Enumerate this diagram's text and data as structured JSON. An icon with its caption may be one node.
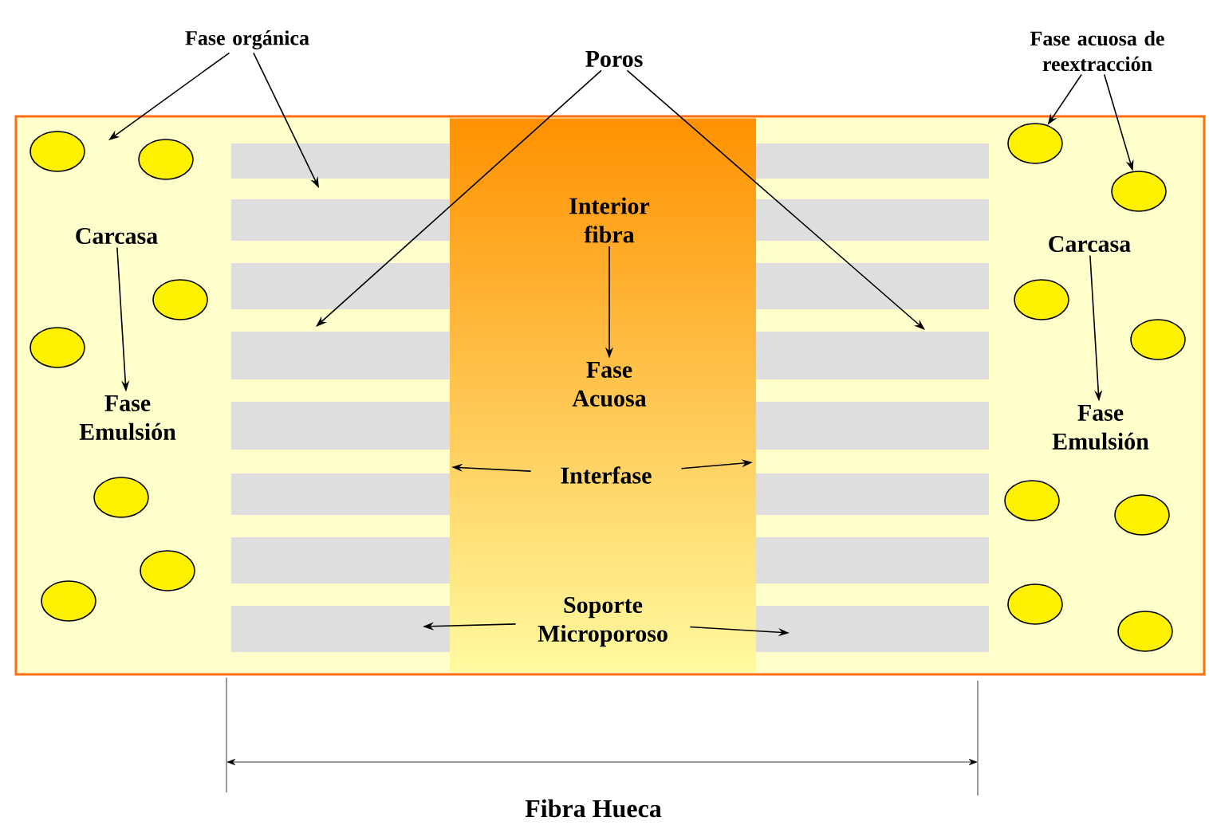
{
  "diagram": {
    "nodes": [
      {
        "text": [
          "Fase orgánica"
        ]
      },
      {
        "text": [
          "Poros"
        ]
      },
      {
        "text": [
          "Fase acuosa de reextracción"
        ]
      },
      {
        "text": [
          "Carcasa"
        ]
      },
      {
        "text": [
          "Fase Emulsión"
        ]
      },
      {
        "text": [
          "Interior fibra"
        ]
      },
      {
        "text": [
          "Fase Acuosa"
        ]
      },
      {
        "text": [
          "Interfase"
        ]
      },
      {
        "text": [
          "Soporte Microporoso"
        ]
      },
      {
        "text": [
          "Carcasa"
        ]
      },
      {
        "text": [
          "Fase Emulsión"
        ]
      },
      {
        "text": [],
        "shape": "circle"
      },
      {
        "text": [],
        "shape": "circle"
      }
    ],
    "edges": [
      {
        "from": 0,
        "to": null,
        "arrow": "to"
      },
      {
        "from": 0,
        "to": null,
        "arrow": "to"
      },
      {
        "from": 1,
        "to": null,
        "arrow": "to"
      },
      {
        "from": 1,
        "to": null,
        "arrow": "to"
      },
      {
        "from": 2,
        "to": 11,
        "arrow": "to"
      },
      {
        "from": 2,
        "to": 12,
        "arrow": "to"
      },
      {
        "from": 3,
        "to": 4,
        "arrow": "to"
      },
      {
        "from": 5,
        "to": 6,
        "arrow": "to"
      },
      {
        "from": 7,
        "to": null,
        "arrow": "to"
      },
      {
        "from": 7,
        "to": null,
        "arrow": "to"
      },
      {
        "from": 8,
        "to": null,
        "arrow": "to"
      },
      {
        "from": 8,
        "to": null,
        "arrow": "to"
      },
      {
        "from": 9,
        "to": 10,
        "arrow": "to"
      }
    ],
    "labels": [
      "Fibra Hueca"
    ]
  }
}
